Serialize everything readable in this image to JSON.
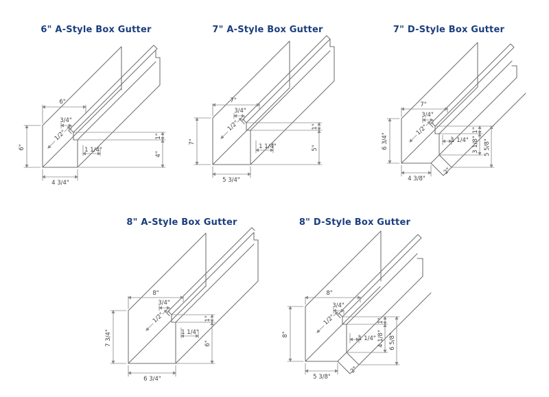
{
  "page": {
    "background": "#ffffff",
    "title_color": "#1b3e7e",
    "line_color": "#6e6e6e"
  },
  "diagrams": [
    {
      "title": "6\" A-Style Box Gutter",
      "dims": {
        "top_width": "6\"",
        "lip_width": "3/4\"",
        "roll": "1/2\"",
        "step": "1 1/4\"",
        "lip_height": "1\"",
        "front_height": "4\"",
        "back_height": "6\"",
        "bottom_width": "4 3/4\""
      }
    },
    {
      "title": "7\" A-Style Box Gutter",
      "dims": {
        "top_width": "7\"",
        "lip_width": "3/4\"",
        "roll": "1/2\"",
        "step": "1 1/4\"",
        "lip_height": "1\"",
        "front_height": "5\"",
        "back_height": "7\"",
        "bottom_width": "5 3/4\""
      }
    },
    {
      "title": "7\" D-Style Box Gutter",
      "dims": {
        "top_width": "7\"",
        "lip_width": "3/4\"",
        "roll": "1/2\"",
        "step": "1 1/4\"",
        "lip_height": "1\"",
        "front_height": "3 1/8\"",
        "overall_height": "5 5/8\"",
        "back_height": "6 3/4\"",
        "bottom_width": "4 3/8\"",
        "drip": "2\""
      }
    },
    {
      "title": "8\" A-Style Box Gutter",
      "dims": {
        "top_width": "8\"",
        "lip_width": "3/4\"",
        "roll": "1/2\"",
        "step": "1 1/4\"",
        "lip_height": "1\"",
        "front_height": "6\"",
        "back_height": "7 3/4\"",
        "bottom_width": "6 3/4\""
      }
    },
    {
      "title": "8\" D-Style Box Gutter",
      "dims": {
        "top_width": "8\"",
        "lip_width": "3/4\"",
        "roll": "1/2\"",
        "step": "1 1/4\"",
        "lip_height": "1\"",
        "front_height": "4 1/8\"",
        "overall_height": "6 5/8\"",
        "back_height": "8\"",
        "bottom_width": "5 3/8\"",
        "drip": "2\""
      }
    }
  ]
}
